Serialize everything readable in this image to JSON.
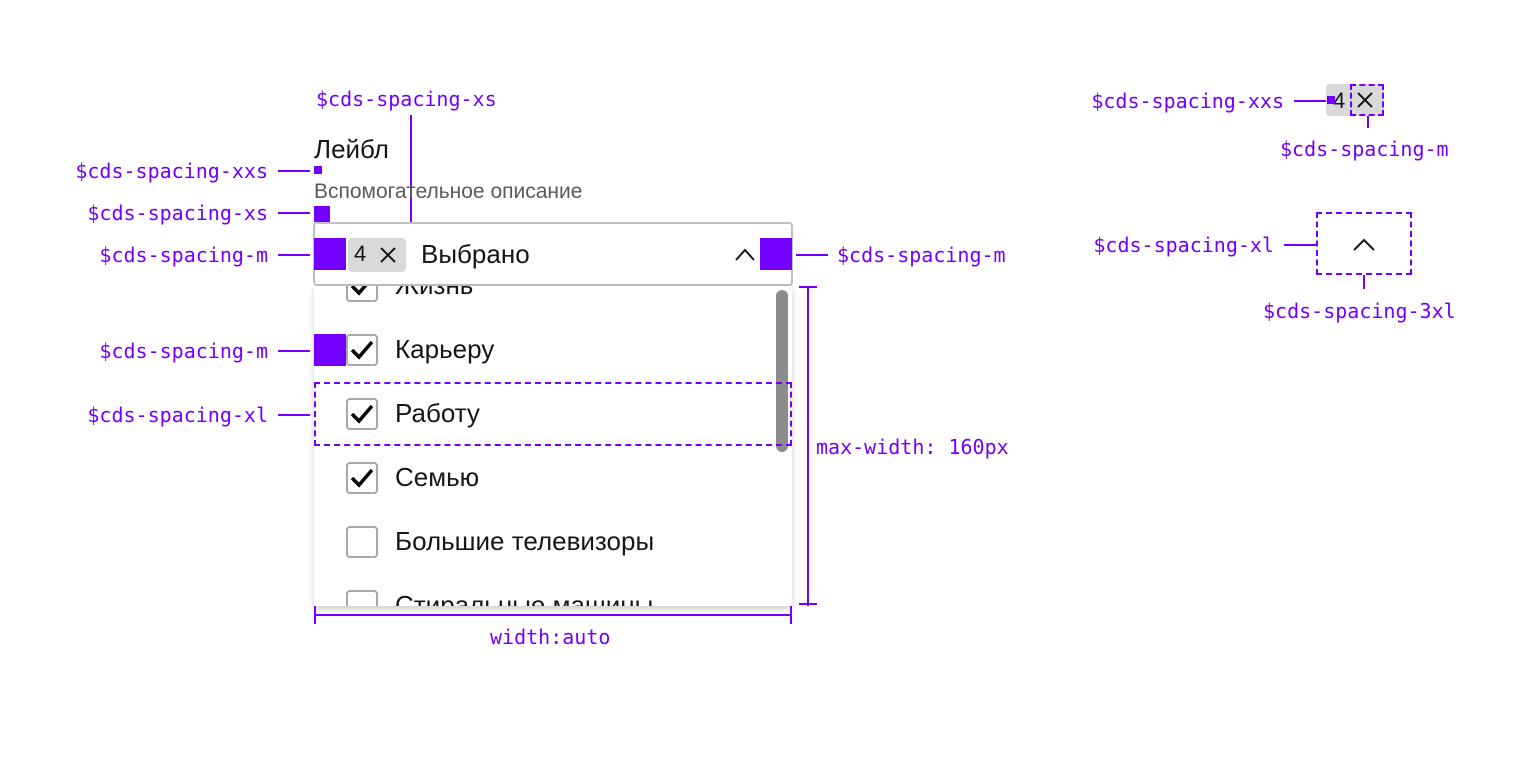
{
  "field": {
    "label": "Лейбл",
    "helper_text": "Вспомогательное описание",
    "selected_count": "4",
    "selected_text": "Выбрано"
  },
  "options": [
    {
      "label": "Жизнь",
      "checked": true
    },
    {
      "label": "Карьеру",
      "checked": true
    },
    {
      "label": "Работу",
      "checked": true
    },
    {
      "label": "Семью",
      "checked": true
    },
    {
      "label": "Большие телевизоры",
      "checked": false
    },
    {
      "label": "Стиральные машины",
      "checked": false
    }
  ],
  "annotations": {
    "spacing_xs_top": "$cds-spacing-xs",
    "spacing_xxs_left": "$cds-spacing-xxs",
    "spacing_xs_left": "$cds-spacing-xs",
    "spacing_m_field_left": "$cds-spacing-m",
    "spacing_m_field_right": "$cds-spacing-m",
    "spacing_m_option": "$cds-spacing-m",
    "spacing_xl_option": "$cds-spacing-xl",
    "max_width": "max-width: 160px",
    "width": "width:auto",
    "tag_xxs": "$cds-spacing-xxs",
    "tag_m": "$cds-spacing-m",
    "chevron_xl": "$cds-spacing-xl",
    "chevron_3xl": "$cds-spacing-3xl"
  },
  "tag_detail": {
    "count": "4"
  },
  "icons": {
    "tag_close": "close-icon",
    "field_chevron": "chevron-up-icon",
    "checkbox": "checkmark-icon"
  },
  "colors": {
    "annotation": "#7300ff",
    "tag_background": "#d9d9d9",
    "border": "#bfbfbf",
    "scrollbar": "#8c8c8c"
  }
}
